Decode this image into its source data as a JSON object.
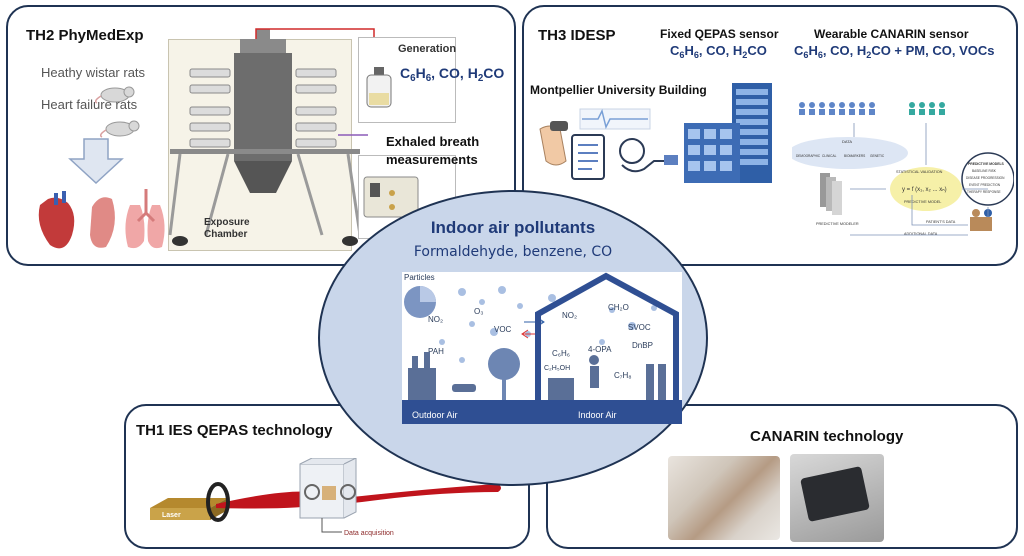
{
  "center": {
    "title": "Indoor air pollutants",
    "subtitle": "Formaldehyde, benzene, CO",
    "illustration": {
      "outdoor_label": "Outdoor Air",
      "indoor_label": "Indoor Air",
      "outdoor_labels": [
        "Particles",
        "NO₂",
        "O₃",
        "VOC",
        "PAH"
      ],
      "indoor_labels": [
        "NO₂",
        "CH₂O",
        "SVOC",
        "C₆H₆",
        "4-OPA",
        "C₂H₅OH",
        "DnBP",
        "C₇H₈"
      ]
    }
  },
  "th2": {
    "title": "TH2 PhyMedExp",
    "rats_healthy": "Heathy wistar rats",
    "rats_hf": "Heart failure rats",
    "generation_label": "Generation",
    "gen_main": "C",
    "gen_parts": [
      {
        "t": "C"
      },
      {
        "s": "6"
      },
      {
        "t": "H"
      },
      {
        "s": "6"
      },
      {
        "t": ", CO, H"
      },
      {
        "s": "2"
      },
      {
        "t": "CO"
      }
    ],
    "exhaled_line1": "Exhaled breath",
    "exhaled_line2": "measurements",
    "chamber_line1": "Exposure",
    "chamber_line2": "Chamber"
  },
  "th3": {
    "title": "TH3 IDESP",
    "fixed_title": "Fixed QEPAS sensor",
    "fixed_parts": [
      {
        "t": "C"
      },
      {
        "s": "6"
      },
      {
        "t": "H"
      },
      {
        "s": "6"
      },
      {
        "t": ", CO, H"
      },
      {
        "s": "2"
      },
      {
        "t": "CO"
      }
    ],
    "wearable_title": "Wearable CANARIN sensor",
    "wearable_parts": [
      {
        "t": "C"
      },
      {
        "s": "6"
      },
      {
        "t": "H"
      },
      {
        "s": "6"
      },
      {
        "t": ", CO, H"
      },
      {
        "s": "2"
      },
      {
        "t": "CO + PM, CO, VOCs"
      }
    ],
    "building_label": "Montpellier University Building",
    "model_labels": {
      "data": "DATA",
      "statistical_validation": "STATISTICAL VALIDATION",
      "formula": "y = f (x₁, x₂ ... xₙ)",
      "predictive_model": "PREDICTIVE MODEL",
      "predictive_modeler": "PREDICTIVE MODELER",
      "patients_data": "PATIENT'S DATA",
      "additional_data": "ADDITIONAL DATA",
      "categories": [
        "DEMOGRAPHIC",
        "CLINICAL",
        "BIOMARKERS",
        "GENETIC"
      ],
      "predictive_models": [
        "PREDICTIVE MODELS",
        "BASELINE RISK",
        "DISEASE PROGRESSION",
        "EVENT PREDICTION",
        "THERAPY RESPONSE"
      ]
    }
  },
  "th1": {
    "title": "TH1 IES  QEPAS technology",
    "laser_label": "Laser",
    "daq_label": "Data acquisition"
  },
  "canarin": {
    "title": "CANARIN technology"
  },
  "colors": {
    "navy": "#1f3a78",
    "border": "#1f3353",
    "ellipse_fill": "#c9d6ea",
    "beam_red": "#c0141c"
  }
}
